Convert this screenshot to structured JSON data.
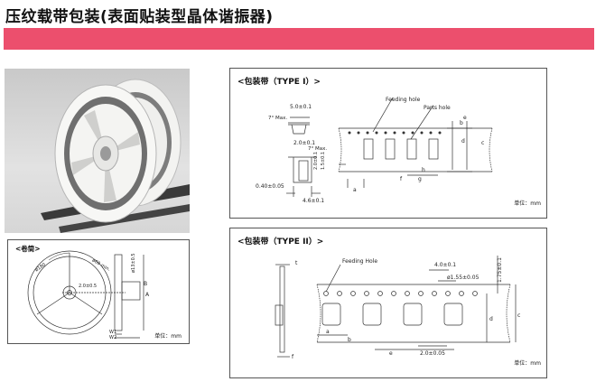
{
  "page": {
    "title": "压纹载带包装(表面贴装型晶体谐振器)"
  },
  "reel_panel": {
    "title": "<卷筒>",
    "unit": "单位：mm",
    "labels": {
      "outer_dim": "ø180\u0000",
      "hub_dim": "ø60 min.",
      "bore_dim": "2.0±0.5",
      "width_dim": "ø13±0.5",
      "a": "A",
      "b": "B",
      "w1": "W1",
      "w2": "W2"
    }
  },
  "type1_panel": {
    "title": "<包装带（TYPE I）>",
    "unit": "单位：mm",
    "labels": {
      "dim_5": "5.0±0.1",
      "draft_top": "7° Max.",
      "dim_2": "2.0±0.1",
      "draft_mid": "7° Max.",
      "dim_04": "0.40±0.05",
      "dim_46": "4.6±0.1",
      "feeding": "Feeding hole",
      "parts": "Parts hole",
      "v1": "2.0±0.1",
      "v2": "1.5±0.1",
      "a": "a",
      "b": "b",
      "c": "c",
      "d": "d",
      "e": "e",
      "f": "f",
      "g": "g",
      "h": "h"
    }
  },
  "type2_panel": {
    "title": "<包装带（TYPE II）>",
    "unit": "单位：mm",
    "labels": {
      "t": "t",
      "f": "f",
      "feeding": "Feeding Hole",
      "dim_4": "4.0±0.1",
      "phi": "ø1.55±0.05",
      "dim_175": "1.75±0.1",
      "dim_2": "2.0±0.05",
      "a": "a",
      "b": "b",
      "c": "c",
      "d": "d",
      "e": "e"
    }
  }
}
